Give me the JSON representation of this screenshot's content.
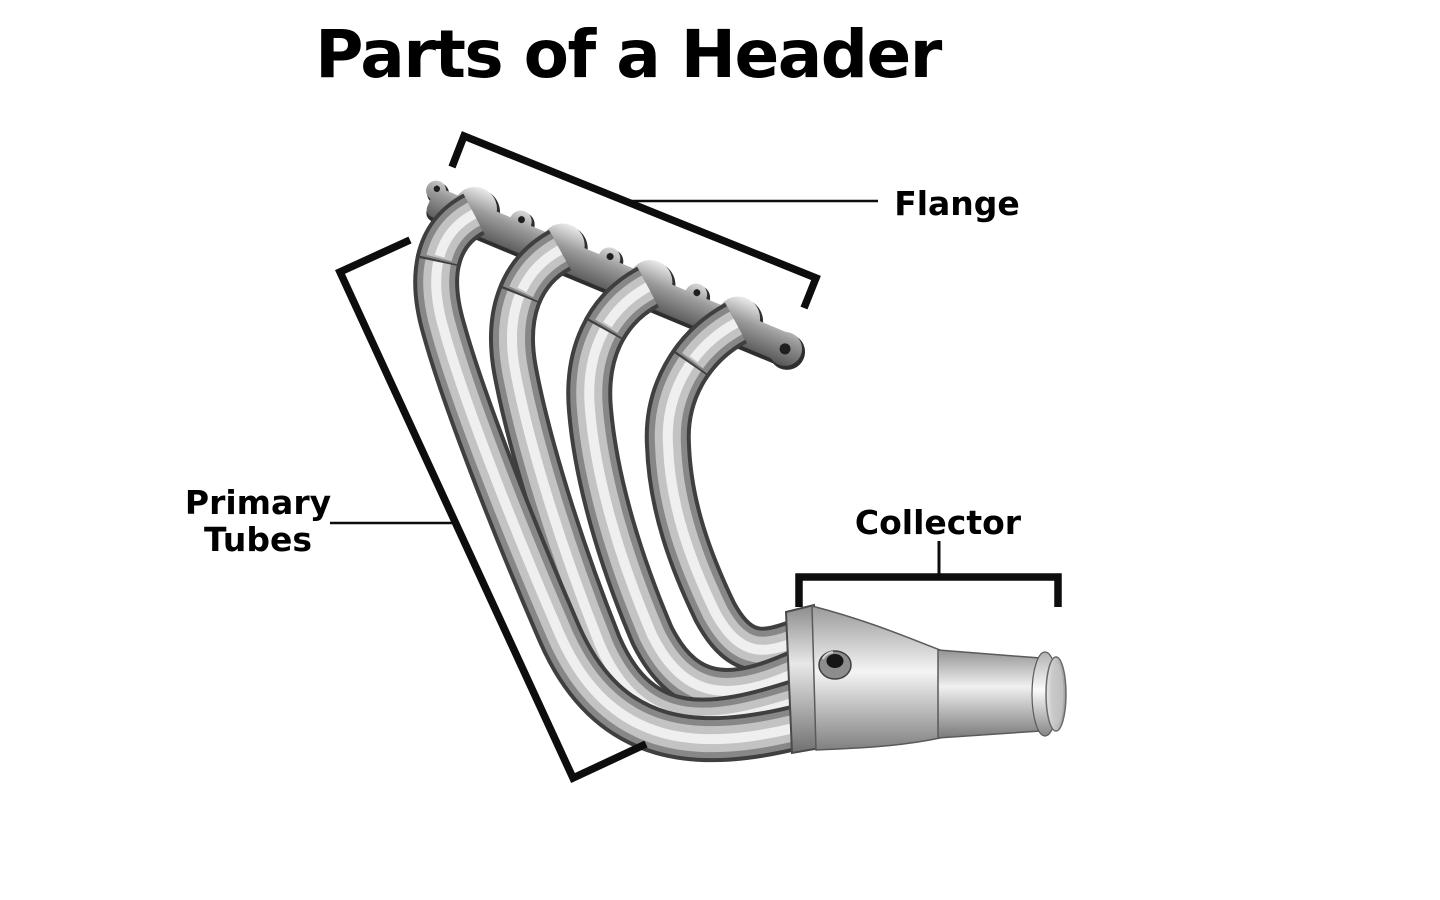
{
  "title": "Parts of a Header",
  "diagram": {
    "subject": "automotive exhaust header",
    "labels": {
      "flange": "Flange",
      "primary_tubes": "Primary Tubes",
      "collector": "Collector"
    }
  },
  "colors": {
    "background": "#ffffff",
    "text": "#000000",
    "annotation_line": "#0d0d0d",
    "metal_light": "#efefef",
    "metal_mid": "#8a8a8a",
    "metal_dark": "#3f3f3f"
  }
}
